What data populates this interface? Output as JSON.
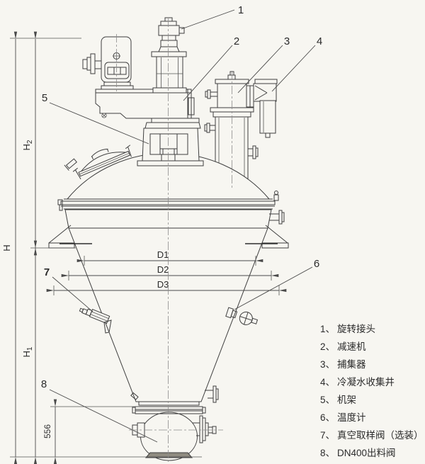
{
  "drawing_title": "conical vacuum dryer outline drawing",
  "dimensions": {
    "h": "H",
    "h1_base": "H",
    "h1_sub": "1",
    "h2_base": "H",
    "h2_sub": "2",
    "d1": "D1",
    "d2": "D2",
    "d3": "D3",
    "valve_height": "556"
  },
  "callouts": {
    "c1": "1",
    "c2": "2",
    "c3": "3",
    "c4": "4",
    "c5": "5",
    "c6": "6",
    "c7": "7",
    "c8": "8"
  },
  "legend": {
    "items": [
      {
        "num": "1、",
        "label": "旋转接头"
      },
      {
        "num": "2、",
        "label": "减速机"
      },
      {
        "num": "3、",
        "label": "捕集器"
      },
      {
        "num": "4、",
        "label": "冷凝水收集井"
      },
      {
        "num": "5、",
        "label": "机架"
      },
      {
        "num": "6、",
        "label": "温度计"
      },
      {
        "num": "7、",
        "label": "真空取样阀（选装）"
      },
      {
        "num": "8、",
        "label": "DN400出料阀"
      }
    ]
  },
  "colors": {
    "paper": "#f7f6f1",
    "line": "#3f3f3f",
    "text": "#2b2b2b",
    "valve_pad": "#8f8b80"
  }
}
